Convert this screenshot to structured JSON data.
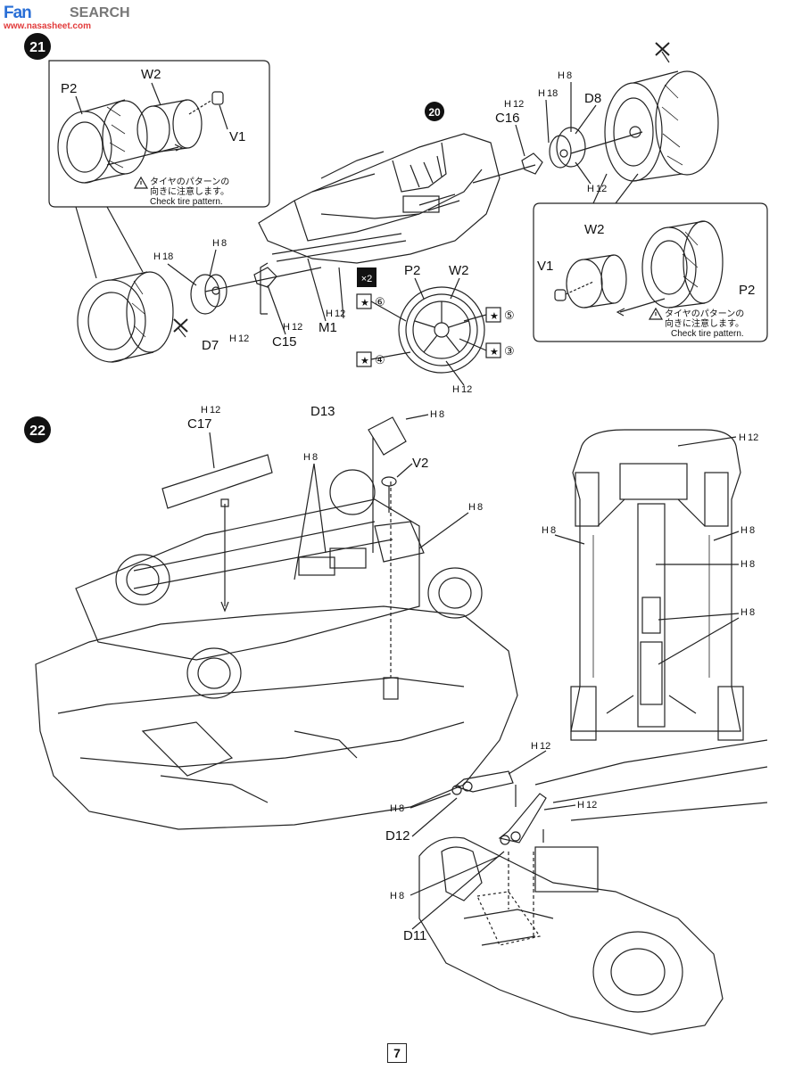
{
  "watermark": {
    "brand_a": "Fan",
    "brand_b": "SEARCH",
    "site": "www.nasasheet.com"
  },
  "page_number": "7",
  "step21": {
    "number": "21",
    "circle_ref": "20",
    "labels": {
      "p2": "P2",
      "w2": "W2",
      "v1": "V1",
      "m1": "M1",
      "c15": "C15",
      "c16": "C16",
      "d7": "D7",
      "d8": "D8",
      "h12": "12",
      "h18": "18",
      "h8": "8",
      "h": "H"
    },
    "note_jp": "タイヤのパターンの",
    "note_jp2": "向きに注意します。",
    "note_en": "Check tire pattern.",
    "decal_marks": [
      "⑥",
      "⑤",
      "④",
      "③"
    ]
  },
  "step22": {
    "number": "22",
    "labels": {
      "c17": "C17",
      "d13": "D13",
      "v2": "V2",
      "d12": "D12",
      "d11": "D11"
    }
  }
}
